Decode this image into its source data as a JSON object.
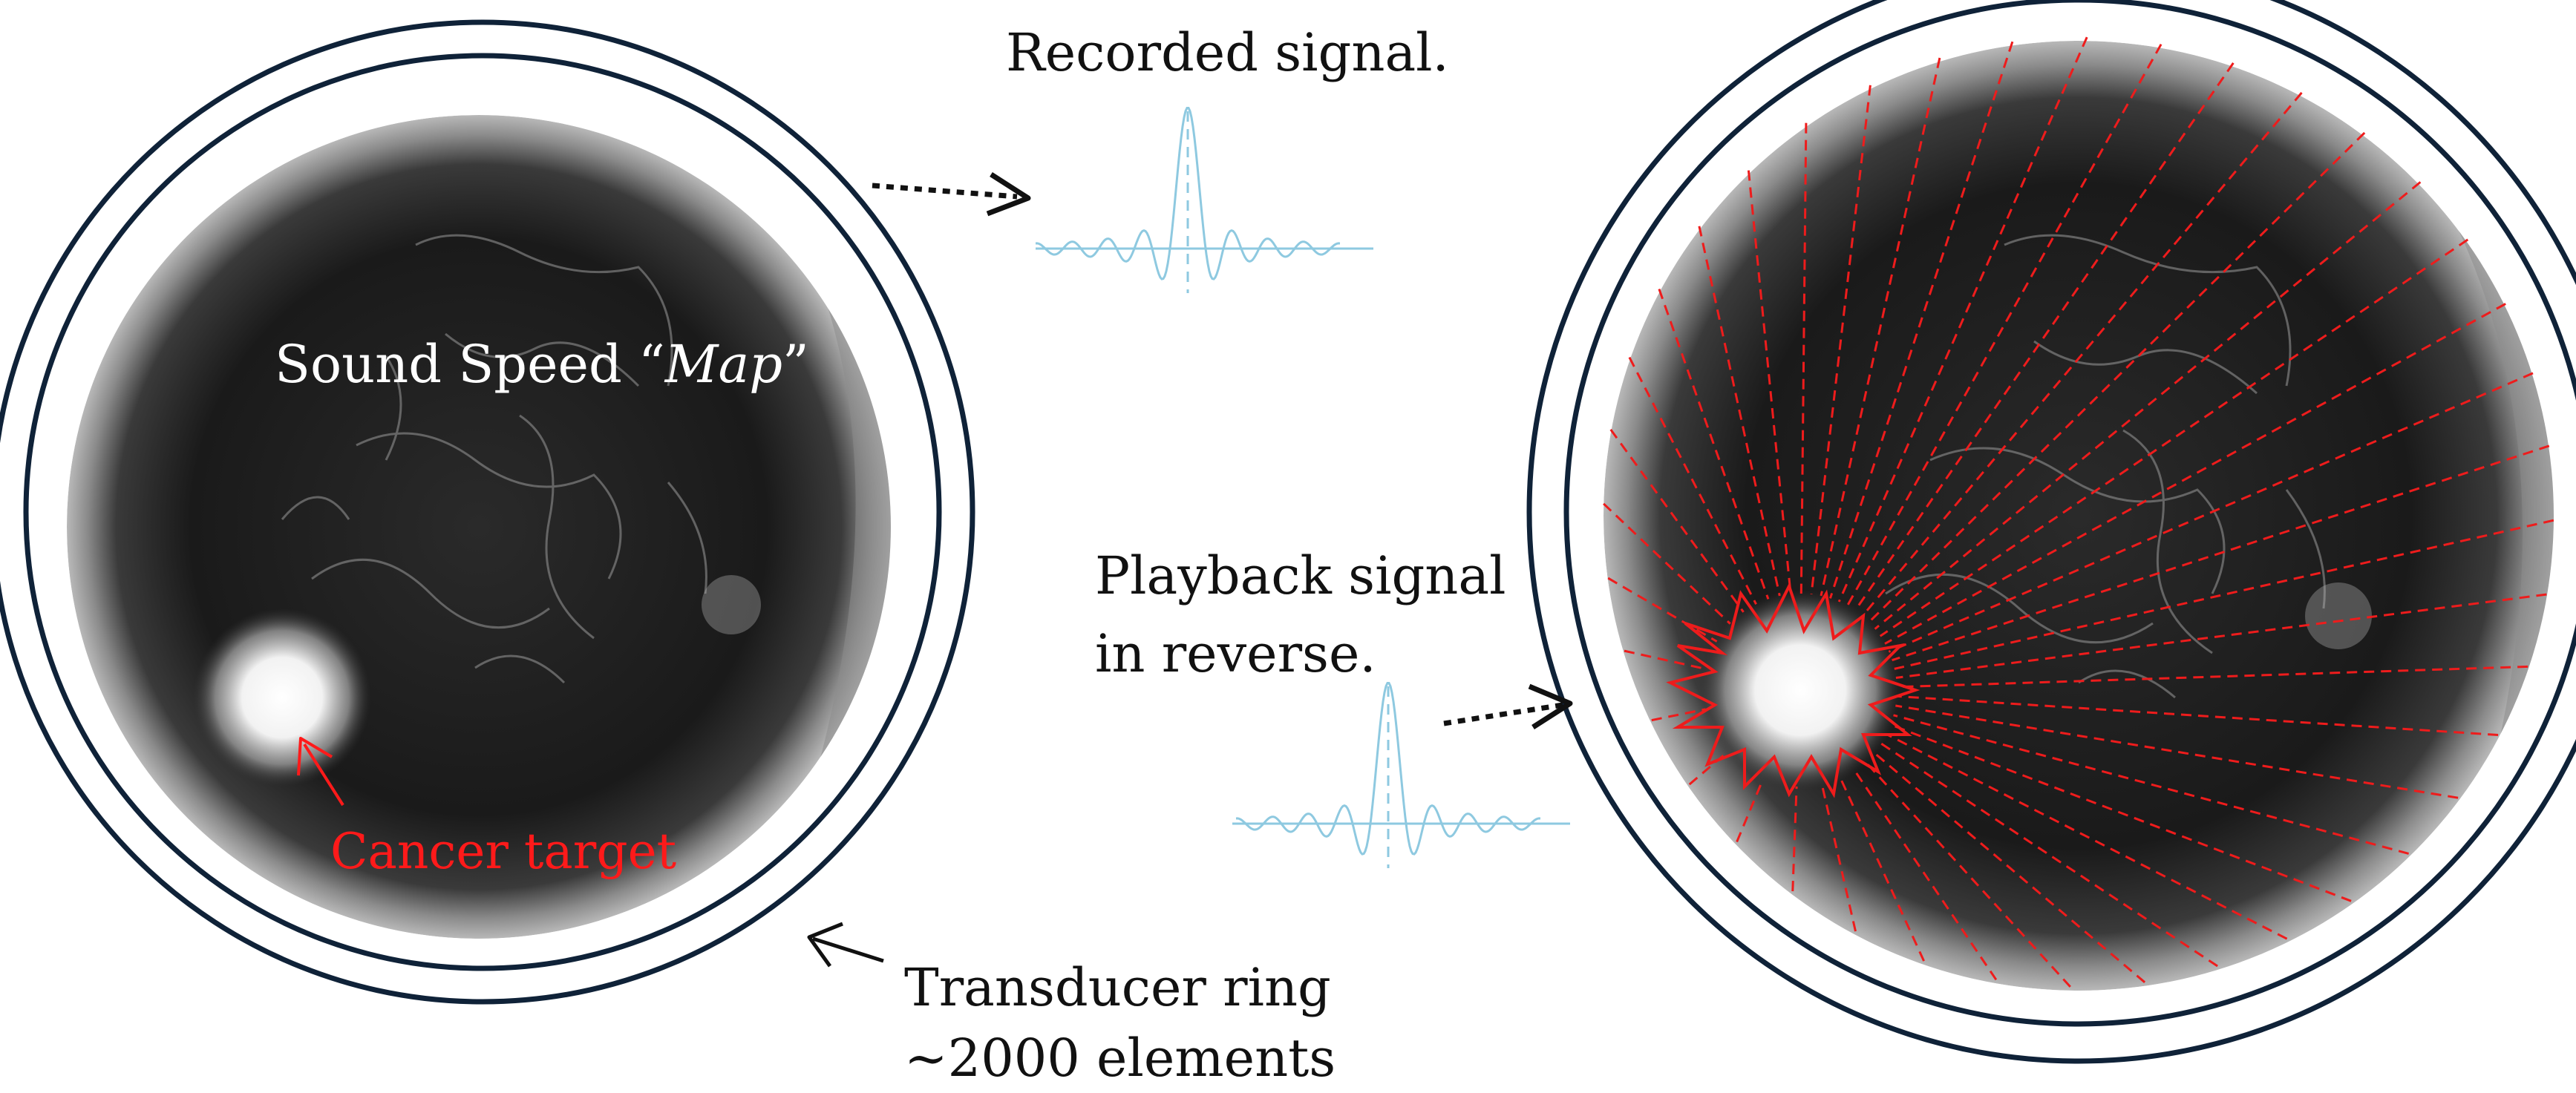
{
  "labels": {
    "recorded_signal": "Recorded signal.",
    "sound_speed_prefix": "Sound Speed “",
    "sound_speed_italic": "Map",
    "sound_speed_suffix": "”",
    "playback_line1": "Playback signal",
    "playback_line2": "in reverse.",
    "cancer_target": "Cancer target",
    "transducer_line1": "Transducer ring",
    "transducer_line2": "~2000 elements"
  },
  "colors": {
    "ring": "#0f2238",
    "waveform": "#8ec9e0",
    "target_label": "#ff1a1a",
    "ray": "#ee1c1c",
    "arrow": "#111111"
  }
}
